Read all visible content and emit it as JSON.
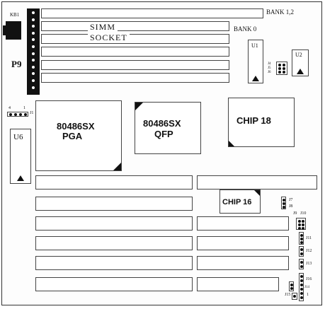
{
  "connectors": {
    "keyboard": "KB1",
    "power": "P9"
  },
  "memory": {
    "bank_upper": "BANK 1,2",
    "bank_lower": "BANK 0",
    "simm_line1": "SIMM",
    "simm_line2": "SOCKET"
  },
  "chips": {
    "u1": "U1",
    "u2": "U2",
    "u6": "U6",
    "cpu_pga_line1": "80486SX",
    "cpu_pga_line2": "PGA",
    "cpu_qfp_line1": "80486SX",
    "cpu_qfp_line2": "QFP",
    "chip18": "CHIP 18",
    "chip16": "CHIP 16"
  },
  "jumpers": {
    "j1": "J1",
    "j1_pin4": "4",
    "j1_pin1": "1",
    "j4": "J4",
    "j5": "J5",
    "j6": "J6",
    "j7": "J7",
    "j8": "J8",
    "j9": "J9",
    "j10": "J10",
    "j11": "J11",
    "j12": "J12",
    "j13": "J13",
    "j14": "J14",
    "j15": "J15",
    "j16": "J16",
    "j16_pin1": "1"
  }
}
